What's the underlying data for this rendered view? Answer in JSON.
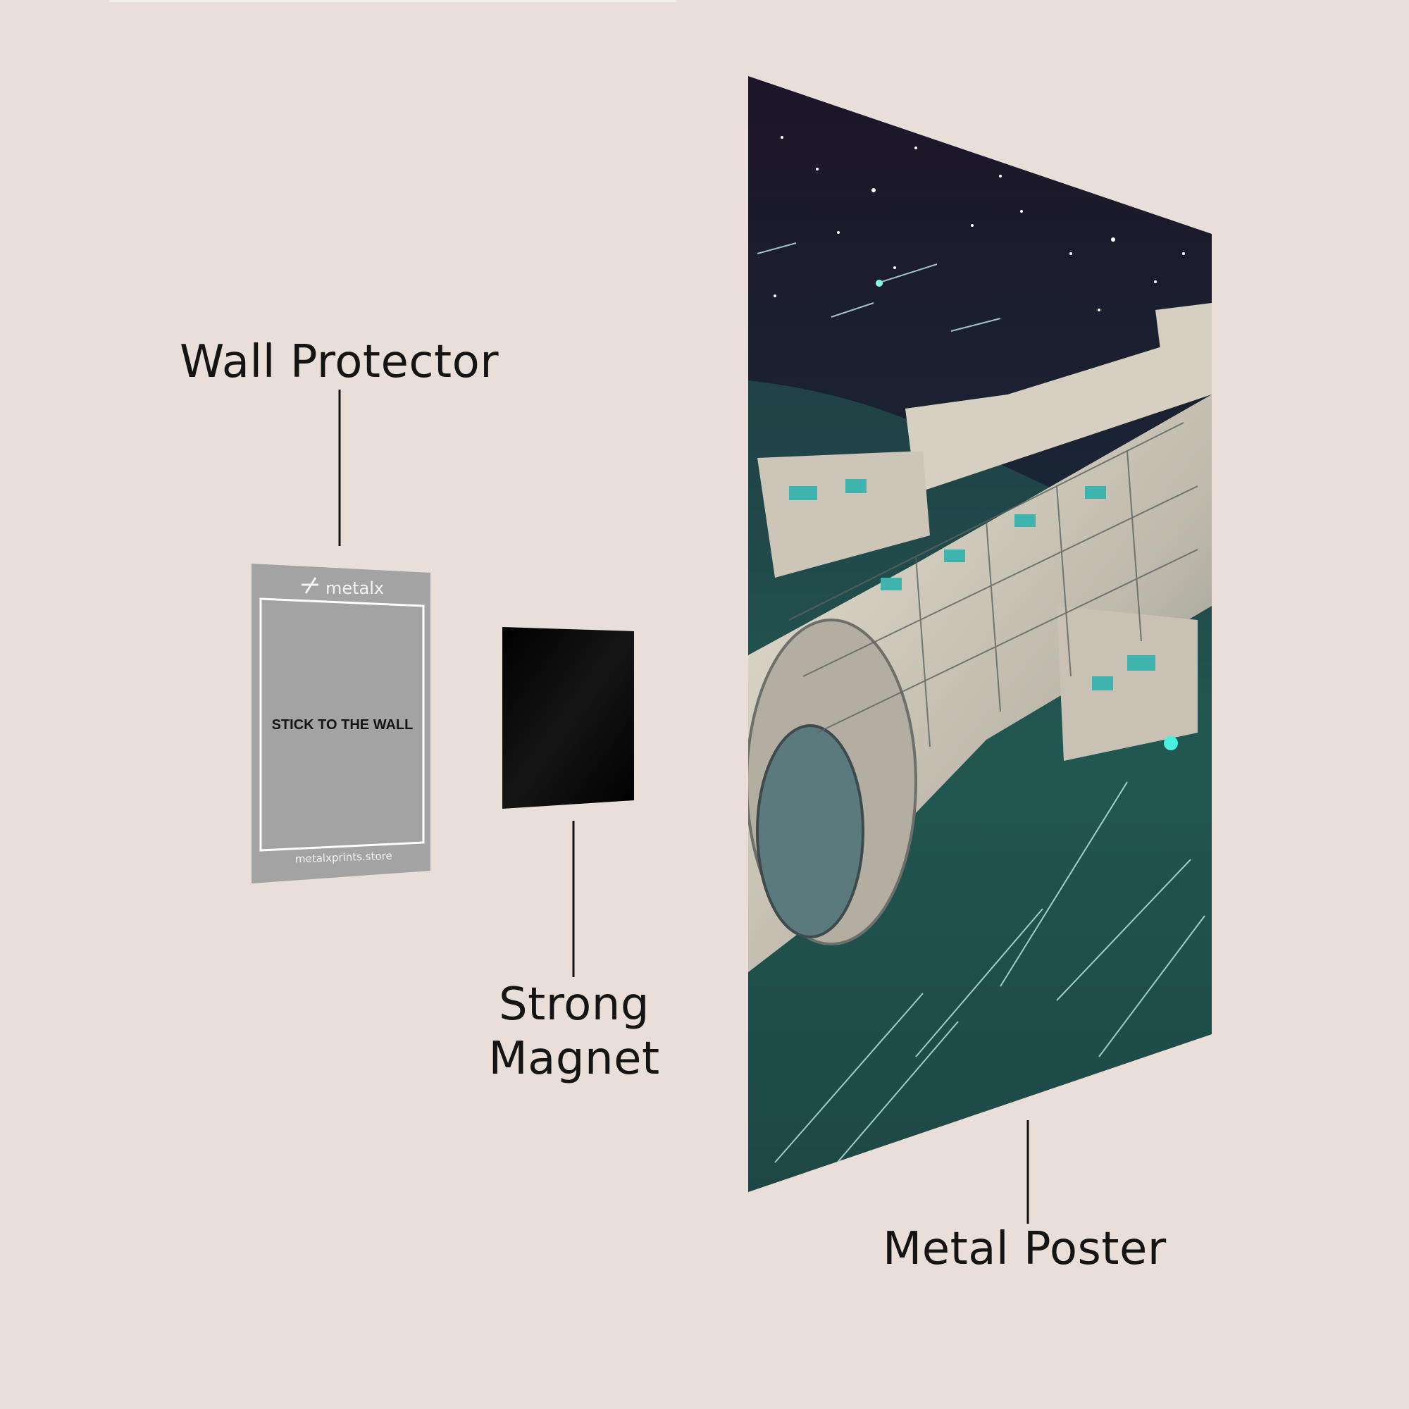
{
  "labels": {
    "wall_protector": "Wall Protector",
    "strong_magnet_line1": "Strong",
    "strong_magnet_line2": "Magnet",
    "metal_poster": "Metal Poster"
  },
  "wall_protector_card": {
    "brand": "metalx",
    "instruction": "STICK TO THE WALL",
    "website": "metalxprints.store"
  },
  "colors": {
    "background": "#eadfd8",
    "protector": "#a3a3a3",
    "magnet": "#050505",
    "space_dark": "#1c1527",
    "space_teal": "#1d4f4b"
  }
}
